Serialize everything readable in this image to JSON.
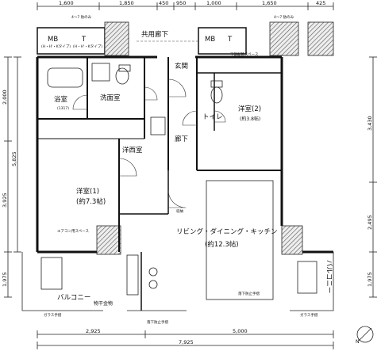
{
  "dimensions": {
    "top": [
      "1,600",
      "1,850",
      "450",
      "950",
      "1,000",
      "1,650",
      "425"
    ],
    "bottom_parts": [
      "2,925",
      "5,000"
    ],
    "bottom_total": "7,925",
    "left": [
      "2,000",
      "3,925",
      "5,825",
      "1,975"
    ],
    "right": [
      "3,430",
      "2,495",
      "1,975"
    ]
  },
  "labels": {
    "corridor": "共用廊下",
    "mb_left": "MB",
    "mb_left_type": "(H・H'・Kタイプ)",
    "t_left": "T",
    "t_left_type": "(H・H'・Kタイプ)",
    "mb_right": "MB",
    "t_right": "T",
    "pipe_space": "下部配管スペース",
    "entrance": "玄関",
    "bathroom": "浴室",
    "bathroom_size": "(1317)",
    "washroom": "洗面室",
    "toilet": "トイレ",
    "western2": "洋室(2)",
    "western2_size": "(約3.8帖)",
    "hall": "廊下",
    "closet": "収納",
    "western_closet": "洋西室",
    "western1": "洋室(1)",
    "western1_size": "(約7.3帖)",
    "ldk": "リビング・ダイニング・キッチン",
    "ldk_size": "(約12.3帖)",
    "balcony_left": "バルコニー",
    "balcony_right": "バルコニー",
    "laundry": "物干金物",
    "handrail": "ガラス手摺",
    "drop_handrail": "落下防止手摺",
    "ac_unit": "エアコン用スペース",
    "bottle_only": "4〜7 防のみ",
    "north": "N"
  }
}
